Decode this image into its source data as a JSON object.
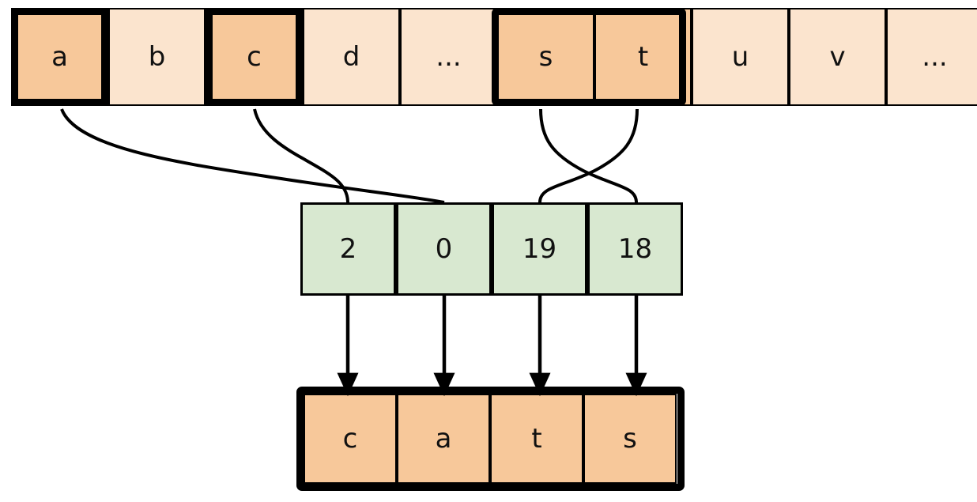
{
  "diagram": {
    "title": "Character index lookup diagram",
    "colors": {
      "alphabet_cell": "#fbe4ce",
      "alphabet_cell_selected": "#f7c89a",
      "index_cell": "#d8e8d0",
      "result_cell": "#f7c89a",
      "stroke": "#000000",
      "background": "#ffffff"
    }
  },
  "alphabet_row": {
    "name": "alphabet-row",
    "cells": [
      {
        "label": "a",
        "selected": true
      },
      {
        "label": "b",
        "selected": false
      },
      {
        "label": "c",
        "selected": true
      },
      {
        "label": "d",
        "selected": false
      },
      {
        "label": "...",
        "selected": false
      },
      {
        "label": "s",
        "selected": true
      },
      {
        "label": "t",
        "selected": true
      },
      {
        "label": "u",
        "selected": false
      },
      {
        "label": "v",
        "selected": false
      },
      {
        "label": "...",
        "selected": false
      }
    ]
  },
  "index_row": {
    "name": "index-row",
    "cells": [
      {
        "label": "2"
      },
      {
        "label": "0"
      },
      {
        "label": "19"
      },
      {
        "label": "18"
      }
    ]
  },
  "result_row": {
    "name": "result-row",
    "word": "cats",
    "cells": [
      {
        "label": "c"
      },
      {
        "label": "a"
      },
      {
        "label": "t"
      },
      {
        "label": "s"
      }
    ]
  },
  "connections": {
    "curves": [
      {
        "from": "alphabet-cell-a",
        "to": "index-cell-0"
      },
      {
        "from": "alphabet-cell-c",
        "to": "index-cell-2"
      },
      {
        "from": "alphabet-cell-s",
        "to": "index-cell-18"
      },
      {
        "from": "alphabet-cell-t",
        "to": "index-cell-19"
      }
    ],
    "arrows": [
      {
        "from": "index-cell-2",
        "to": "result-cell-c"
      },
      {
        "from": "index-cell-0",
        "to": "result-cell-a"
      },
      {
        "from": "index-cell-19",
        "to": "result-cell-t"
      },
      {
        "from": "index-cell-18",
        "to": "result-cell-s"
      }
    ]
  }
}
